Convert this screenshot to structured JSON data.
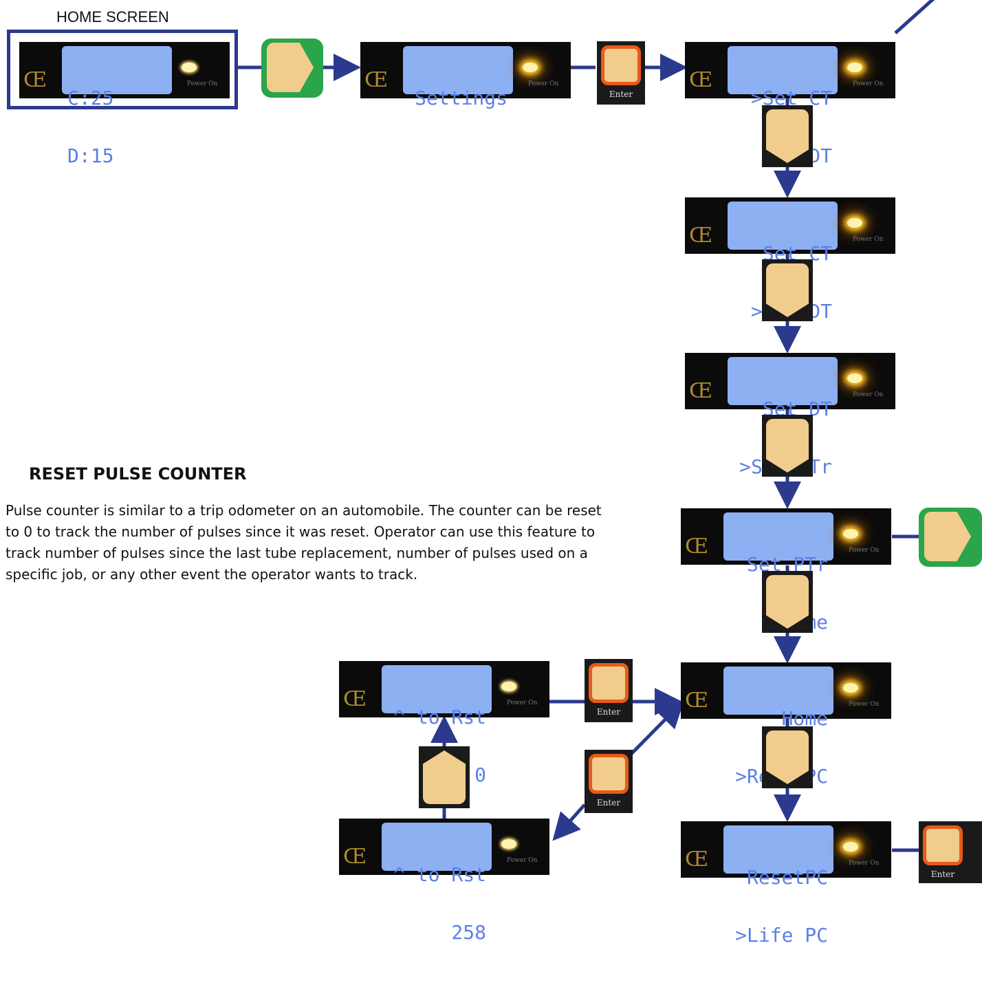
{
  "home_label": "HOME SCREEN",
  "power_label": "Power On",
  "enter_label": "Enter",
  "section_title": "RESET PULSE COUNTER",
  "description": "Pulse counter is similar to a trip odometer on an automobile.  The counter can be reset to 0 to track the number of pulses since it was reset.  Operator can use this feature to track number of pulses since the last tube replacement, number of pulses used on a specific job, or any other event the operator wants to track.",
  "screens": {
    "home": [
      "C:25",
      "D:15"
    ],
    "settings": [
      "Settings"
    ],
    "set_ct": [
      ">Set CT",
      "Set DT"
    ],
    "set_dt": [
      "Set CT",
      ">Set DT"
    ],
    "set_ptr": [
      "Set DT",
      ">Set PTr"
    ],
    "home_item": [
      "Set PTr",
      ">Home"
    ],
    "resetpc": [
      "Home",
      ">ResetPC"
    ],
    "lifepc": [
      "ResetPC",
      ">Life PC"
    ],
    "rst_zero": [
      "^ to Rst",
      "0"
    ],
    "rst_258": [
      "^ to Rst",
      "258"
    ]
  },
  "colors": {
    "arrow": "#2b3a8c",
    "lcd_bg": "#8db0f3",
    "lcd_text": "#5b7fe8",
    "button_face": "#f0cd8c",
    "green_button": "#2aa54a",
    "enter_border": "#e85a1a"
  }
}
